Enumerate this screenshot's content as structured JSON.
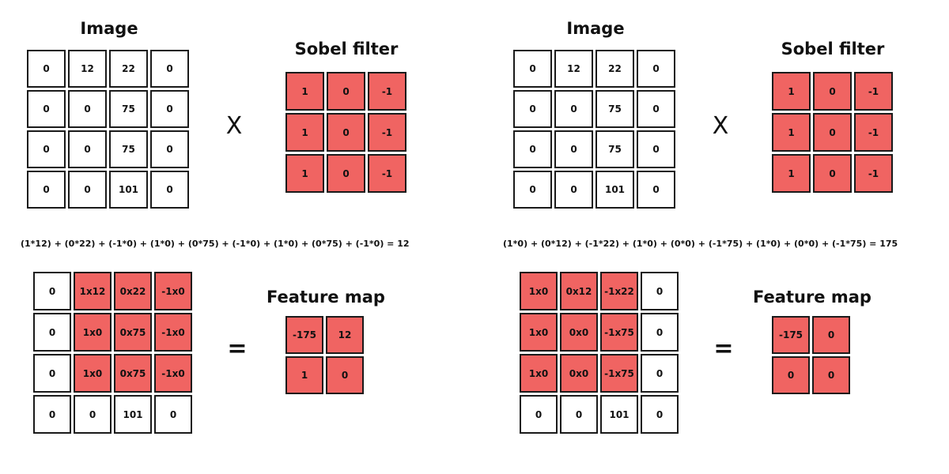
{
  "colors": {
    "highlight": "#f06462",
    "border": "#1a1a1a"
  },
  "panels": [
    {
      "image_title": "Image",
      "image": [
        [
          "0",
          "12",
          "22",
          "0"
        ],
        [
          "0",
          "0",
          "75",
          "0"
        ],
        [
          "0",
          "0",
          "75",
          "0"
        ],
        [
          "0",
          "0",
          "101",
          "0"
        ]
      ],
      "times_symbol": "X",
      "filter_title": "Sobel filter",
      "filter": [
        [
          "1",
          "0",
          "-1"
        ],
        [
          "1",
          "0",
          "-1"
        ],
        [
          "1",
          "0",
          "-1"
        ]
      ],
      "formula": "(1*12) + (0*22) + (-1*0) + (1*0) + (0*75) + (-1*0) + (1*0) + (0*75) + (-1*0) = 12",
      "product": [
        [
          "0",
          "1x12",
          "0x22",
          "-1x0"
        ],
        [
          "0",
          "1x0",
          "0x75",
          "-1x0"
        ],
        [
          "0",
          "1x0",
          "0x75",
          "-1x0"
        ],
        [
          "0",
          "0",
          "101",
          "0"
        ]
      ],
      "product_highlight": [
        [
          false,
          true,
          true,
          true
        ],
        [
          false,
          true,
          true,
          true
        ],
        [
          false,
          true,
          true,
          true
        ],
        [
          false,
          false,
          false,
          false
        ]
      ],
      "equals_symbol": "=",
      "feature_title": "Feature map",
      "feature": [
        [
          "-175",
          "12"
        ],
        [
          "1",
          "0"
        ]
      ]
    },
    {
      "image_title": "Image",
      "image": [
        [
          "0",
          "12",
          "22",
          "0"
        ],
        [
          "0",
          "0",
          "75",
          "0"
        ],
        [
          "0",
          "0",
          "75",
          "0"
        ],
        [
          "0",
          "0",
          "101",
          "0"
        ]
      ],
      "times_symbol": "X",
      "filter_title": "Sobel filter",
      "filter": [
        [
          "1",
          "0",
          "-1"
        ],
        [
          "1",
          "0",
          "-1"
        ],
        [
          "1",
          "0",
          "-1"
        ]
      ],
      "formula": "(1*0) + (0*12) + (-1*22) + (1*0) + (0*0) + (-1*75) + (1*0) + (0*0) + (-1*75) = 175",
      "product": [
        [
          "1x0",
          "0x12",
          "-1x22",
          "0"
        ],
        [
          "1x0",
          "0x0",
          "-1x75",
          "0"
        ],
        [
          "1x0",
          "0x0",
          "-1x75",
          "0"
        ],
        [
          "0",
          "0",
          "101",
          "0"
        ]
      ],
      "product_highlight": [
        [
          true,
          true,
          true,
          false
        ],
        [
          true,
          true,
          true,
          false
        ],
        [
          true,
          true,
          true,
          false
        ],
        [
          false,
          false,
          false,
          false
        ]
      ],
      "equals_symbol": "=",
      "feature_title": "Feature map",
      "feature": [
        [
          "-175",
          "0"
        ],
        [
          "0",
          "0"
        ]
      ]
    }
  ]
}
